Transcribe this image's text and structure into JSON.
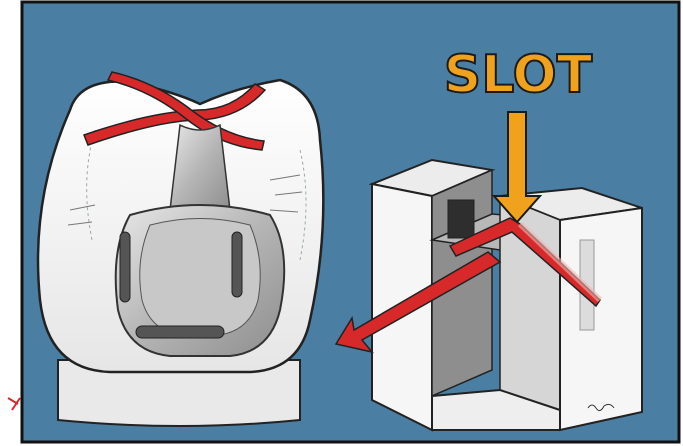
{
  "figure": {
    "callout_label": "SLOT",
    "colors": {
      "background": "#4a7fa3",
      "frame": "#111111",
      "tooth_white": "#f4f4f4",
      "metal_gray": "#a8a8a8",
      "arrow_red": "#d8292a",
      "label_orange": "#f0a21c",
      "label_outline": "#1b1b1b"
    },
    "icons": [
      "tooth-bracket-illustration",
      "slot-cross-section-block",
      "slot-pointer-arrow",
      "wire-direction-arrow"
    ]
  }
}
